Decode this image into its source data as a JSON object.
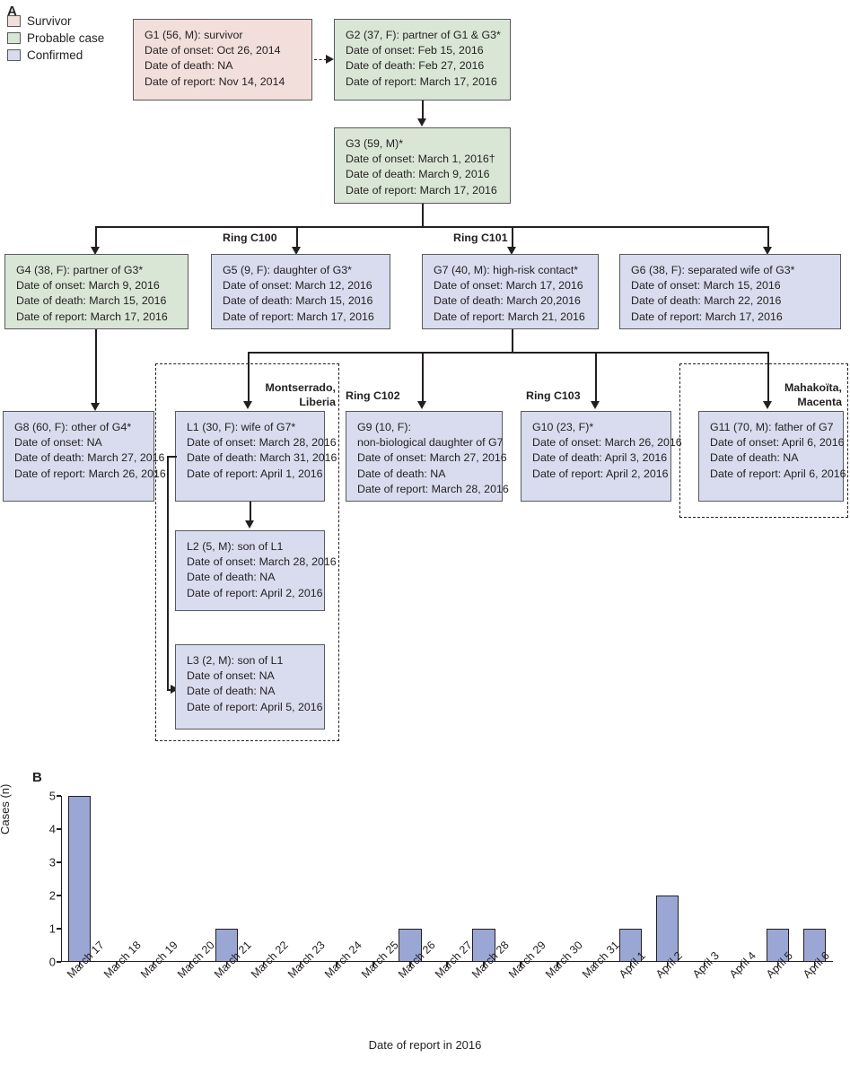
{
  "panels": {
    "a": "A",
    "b": "B"
  },
  "legend": {
    "items": [
      {
        "label": "Survivor",
        "color": "#f2dedb"
      },
      {
        "label": "Probable case",
        "color": "#d9e6d6"
      },
      {
        "label": "Confirmed",
        "color": "#d8dcee"
      }
    ]
  },
  "nodes": {
    "G1": {
      "title": "G1 (56, M): survivor",
      "onset": "Date of onset: Oct 26, 2014",
      "death": "Date of death: NA",
      "report": "Date of report: Nov 14, 2014",
      "class": "survivor"
    },
    "G2": {
      "title": "G2 (37, F): partner of G1 & G3*",
      "onset": "Date of onset: Feb 15, 2016",
      "death": "Date of death: Feb 27, 2016",
      "report": "Date of report: March 17, 2016",
      "class": "probable"
    },
    "G3": {
      "title": "G3 (59, M)*",
      "onset": "Date of onset: March 1, 2016†",
      "death": "Date of death: March 9, 2016",
      "report": "Date of report: March 17, 2016",
      "class": "probable"
    },
    "G4": {
      "title": "G4 (38, F): partner of G3*",
      "onset": "Date of onset: March 9, 2016",
      "death": "Date of death: March 15, 2016",
      "report": "Date of report: March 17, 2016",
      "class": "probable"
    },
    "G5": {
      "title": "G5 (9, F): daughter of G3*",
      "onset": "Date of onset: March 12, 2016",
      "death": "Date of death: March 15, 2016",
      "report": "Date of report: March 17, 2016",
      "class": "confirmed"
    },
    "G7": {
      "title": "G7 (40, M): high-risk contact*",
      "onset": "Date of onset: March 17, 2016",
      "death": "Date of death: March 20,2016",
      "report": "Date of report: March 21, 2016",
      "class": "confirmed"
    },
    "G6": {
      "title": "G6 (38, F): separated wife of G3*",
      "onset": "Date of onset: March 15, 2016",
      "death": "Date of death: March 22, 2016",
      "report": "Date of report: March 17, 2016",
      "class": "confirmed"
    },
    "G8": {
      "title": "G8 (60, F): other of G4*",
      "onset": "Date of onset: NA",
      "death": "Date of death: March 27, 2016",
      "report": "Date of report: March 26, 2016",
      "class": "confirmed"
    },
    "L1": {
      "title": "L1 (30, F): wife of G7*",
      "onset": "Date of onset: March 28, 2016",
      "death": "Date of death: March 31, 2016",
      "report": "Date of report: April  1, 2016",
      "class": "confirmed"
    },
    "G9": {
      "title": "G9 (10, F):",
      "subtitle": "non-biological daughter of G7",
      "onset": "Date of onset: March 27, 2016",
      "death": "Date of death: NA",
      "report": "Date of report: March 28, 2016",
      "class": "confirmed"
    },
    "G10": {
      "title": "G10 (23, F)*",
      "onset": "Date of onset: March 26, 2016",
      "death": "Date of death: April  3, 2016",
      "report": "Date of report: April  2, 2016",
      "class": "confirmed"
    },
    "G11": {
      "title": "G11 (70, M): father of G7",
      "onset": "Date of onset: April  6, 2016",
      "death": "Date of death: NA",
      "report": "Date of report: April  6, 2016",
      "class": "confirmed"
    },
    "L2": {
      "title": "L2 (5, M): son of L1",
      "onset": "Date of onset: March 28, 2016",
      "death": "Date of death: NA",
      "report": "Date of report: April  2, 2016",
      "class": "confirmed"
    },
    "L3": {
      "title": "L3 (2, M): son of L1",
      "onset": "Date of onset: NA",
      "death": "Date of death: NA",
      "report": "Date of report: April 5, 2016",
      "class": "confirmed"
    }
  },
  "rings": {
    "c100": "Ring C100",
    "c101": "Ring C101",
    "c102": "Ring C102",
    "c103": "Ring C103"
  },
  "regions": {
    "montserrado": "Montserrado,\nLiberia",
    "montserrado_l1": "Montserrado,",
    "montserrado_l2": "Liberia",
    "mahakoita_l1": "Mahakoïta,",
    "mahakoita_l2": "Macenta"
  },
  "chart_data": {
    "type": "bar",
    "title": "",
    "xlabel": "Date of report in 2016",
    "ylabel": "Cases (n)",
    "ylim": [
      0,
      5
    ],
    "yticks": [
      0,
      1,
      2,
      3,
      4,
      5
    ],
    "grid": false,
    "bar_color": "#9aa6d4",
    "categories": [
      "March 17",
      "March 18",
      "March 19",
      "March 20",
      "March 21",
      "March 22",
      "March 23",
      "March 24",
      "March 25",
      "March 26",
      "March 27",
      "March 28",
      "March 29",
      "March 30",
      "March 31",
      "April 1",
      "April 2",
      "April 3",
      "April 4",
      "April 5",
      "April 6"
    ],
    "values": [
      5,
      0,
      0,
      0,
      1,
      0,
      0,
      0,
      0,
      1,
      0,
      1,
      0,
      0,
      0,
      1,
      2,
      0,
      0,
      1,
      1
    ]
  }
}
